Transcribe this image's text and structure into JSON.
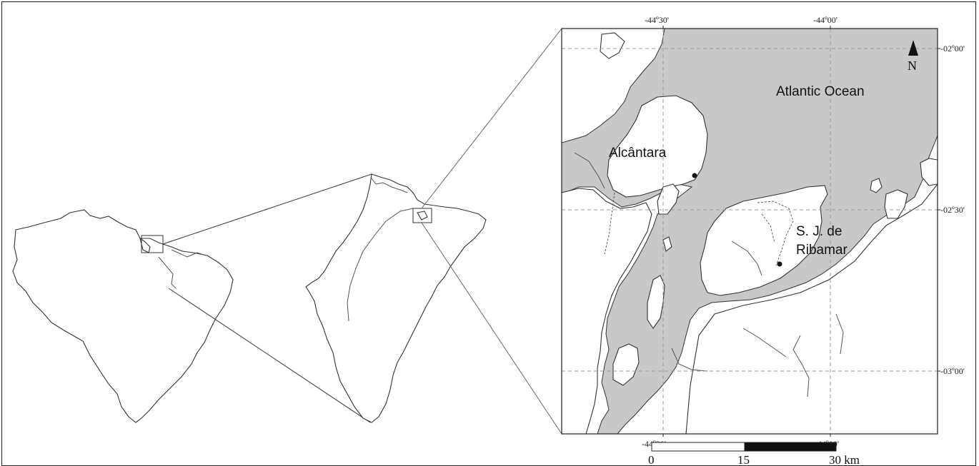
{
  "labels": {
    "ocean": "Atlantic Ocean",
    "city1": "Alcântara",
    "city2_line1": "S. J. de",
    "city2_line2": "Ribamar",
    "north": "N"
  },
  "ticks": {
    "top": [
      "-44º30'",
      "-44º00'"
    ],
    "bottom": [
      "-44º30'",
      "-44º00'"
    ],
    "right": [
      "-02º00'",
      "-02º30'",
      "-03º00'"
    ]
  },
  "scalebar": {
    "labels": [
      "0",
      "15",
      "30 km"
    ]
  },
  "colors": {
    "water": "#c8c8c8",
    "land": "#ffffff",
    "outline": "#333333"
  },
  "icons": {
    "north": "north-arrow-icon"
  }
}
